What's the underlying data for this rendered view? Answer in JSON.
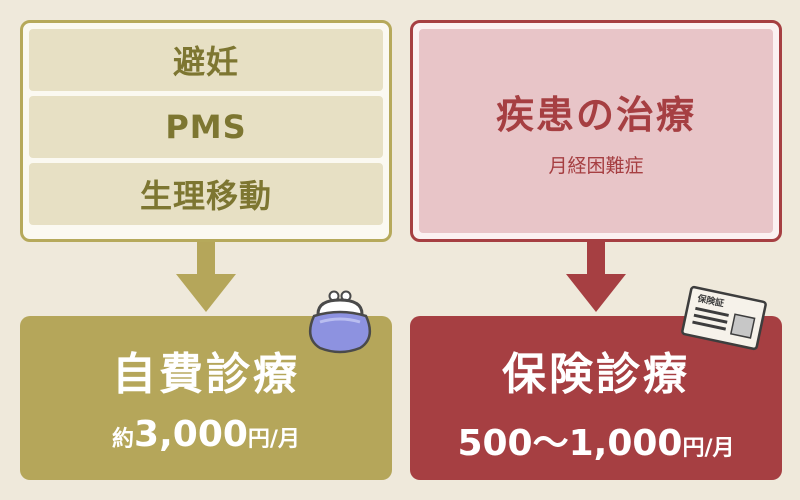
{
  "left": {
    "reasons": [
      "避妊",
      "PMS",
      "生理移動"
    ],
    "result_title": "自費診療",
    "price_prefix": "約",
    "price_amount": "3,000",
    "price_unit": "円/月"
  },
  "right": {
    "title": "疾患の治療",
    "subtitle": "月経困難症",
    "result_title": "保険診療",
    "price_amount": "500～1,000",
    "price_unit": "円/月",
    "card_label": "保険証"
  },
  "colors": {
    "background": "#efe9db",
    "olive": "#b5a65a",
    "olive_light": "#e7e0c4",
    "olive_text": "#7d7631",
    "crimson": "#a63f42",
    "rose_light": "#e8c5c8"
  },
  "icons": {
    "left": "coin-purse-icon",
    "right": "insurance-card-icon",
    "arrows": "down-arrow-icon"
  }
}
